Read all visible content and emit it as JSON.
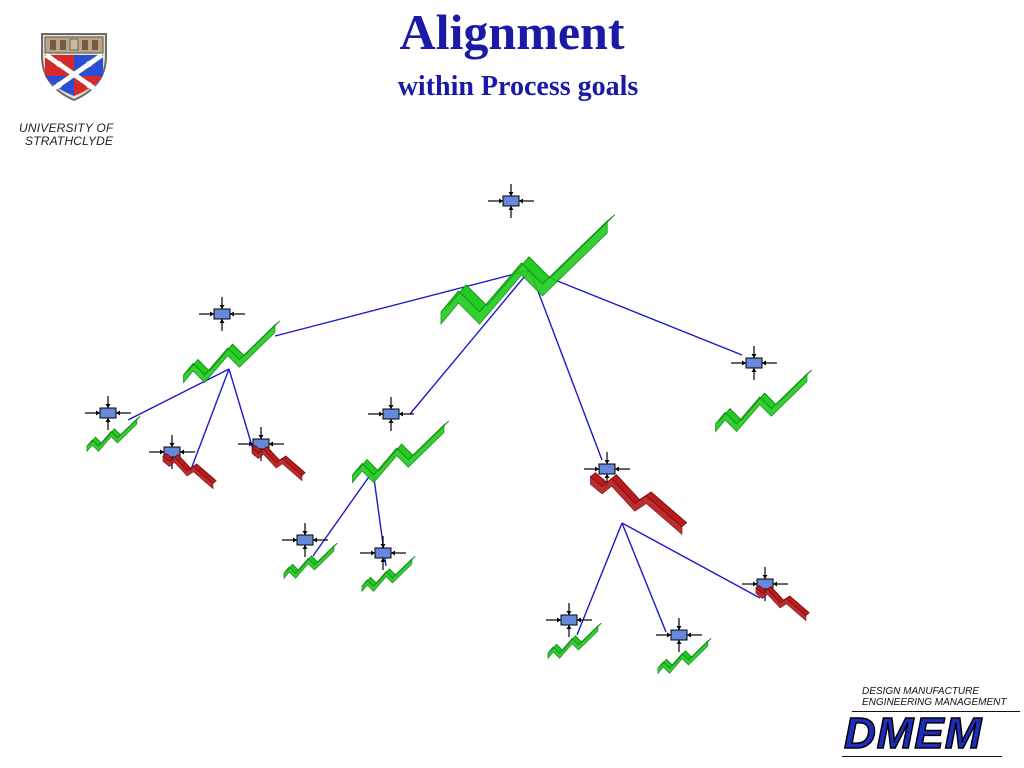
{
  "title": "Alignment",
  "subtitle": "within Process goals",
  "university": {
    "line1": "UNIVERSITY OF",
    "line2": "STRATHCLYDE"
  },
  "department": {
    "line1": "DESIGN MANUFACTURE",
    "line2": "ENGINEERING MANAGEMENT",
    "logo": "DMEM"
  },
  "colors": {
    "title": "#1a1aa6",
    "link": "#1a1acc",
    "aligned": "#22cc22",
    "misaligned": "#b81c1c",
    "node_box": "#6688dd"
  },
  "tree": {
    "nodes": [
      {
        "id": "root",
        "parent": null,
        "trend": "aligned"
      },
      {
        "id": "A",
        "parent": "root",
        "trend": "aligned"
      },
      {
        "id": "A1",
        "parent": "A",
        "trend": "aligned"
      },
      {
        "id": "A2",
        "parent": "A",
        "trend": "misaligned"
      },
      {
        "id": "A3",
        "parent": "A",
        "trend": "misaligned"
      },
      {
        "id": "B",
        "parent": "root",
        "trend": "aligned"
      },
      {
        "id": "B1",
        "parent": "B",
        "trend": "aligned"
      },
      {
        "id": "B2",
        "parent": "B",
        "trend": "aligned"
      },
      {
        "id": "C",
        "parent": "root",
        "trend": "misaligned"
      },
      {
        "id": "C1",
        "parent": "C",
        "trend": "aligned"
      },
      {
        "id": "C2",
        "parent": "C",
        "trend": "aligned"
      },
      {
        "id": "C3",
        "parent": "C",
        "trend": "misaligned"
      },
      {
        "id": "D",
        "parent": "root",
        "trend": "aligned"
      }
    ]
  }
}
